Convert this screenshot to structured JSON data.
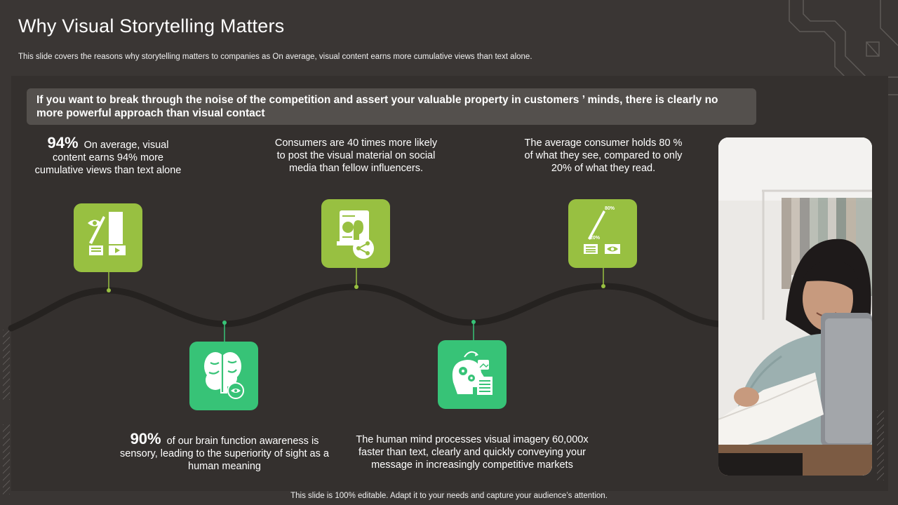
{
  "header": {
    "title": "Why Visual Storytelling Matters",
    "subtitle": "This slide covers the reasons why storytelling matters to companies as On average, visual content earns more cumulative views than text alone."
  },
  "highlight": {
    "text": "If you want to break through the noise of the competition and assert your valuable property in customers ’ minds, there is clearly no more powerful approach than visual contact"
  },
  "points": [
    {
      "stat": "94%",
      "text": "On average, visual content earns 94% more cumulative views than text alone",
      "icon": "visual-content-icon"
    },
    {
      "stat": "90%",
      "text": "of our brain function awareness is sensory, leading to the superiority of sight as a human meaning",
      "icon": "brain-icon"
    },
    {
      "text": "Consumers are 40 times more likely to post the visual material on social media than fellow influencers.",
      "icon": "social-share-icon"
    },
    {
      "text": "The human mind processes visual imagery 60,000x faster than text, clearly and quickly conveying your message in increasingly competitive markets",
      "icon": "head-processing-icon"
    },
    {
      "text": "The average consumer holds 80 % of what they see, compared to only 20% of what they read.",
      "icon": "retention-chart-icon",
      "labels": [
        "80%",
        "20%"
      ]
    }
  ],
  "colors": {
    "lime": "#98c041",
    "green": "#37c377",
    "background": "#3a3634"
  },
  "footer": "This slide is 100% editable. Adapt it to your needs and capture your audience’s attention."
}
